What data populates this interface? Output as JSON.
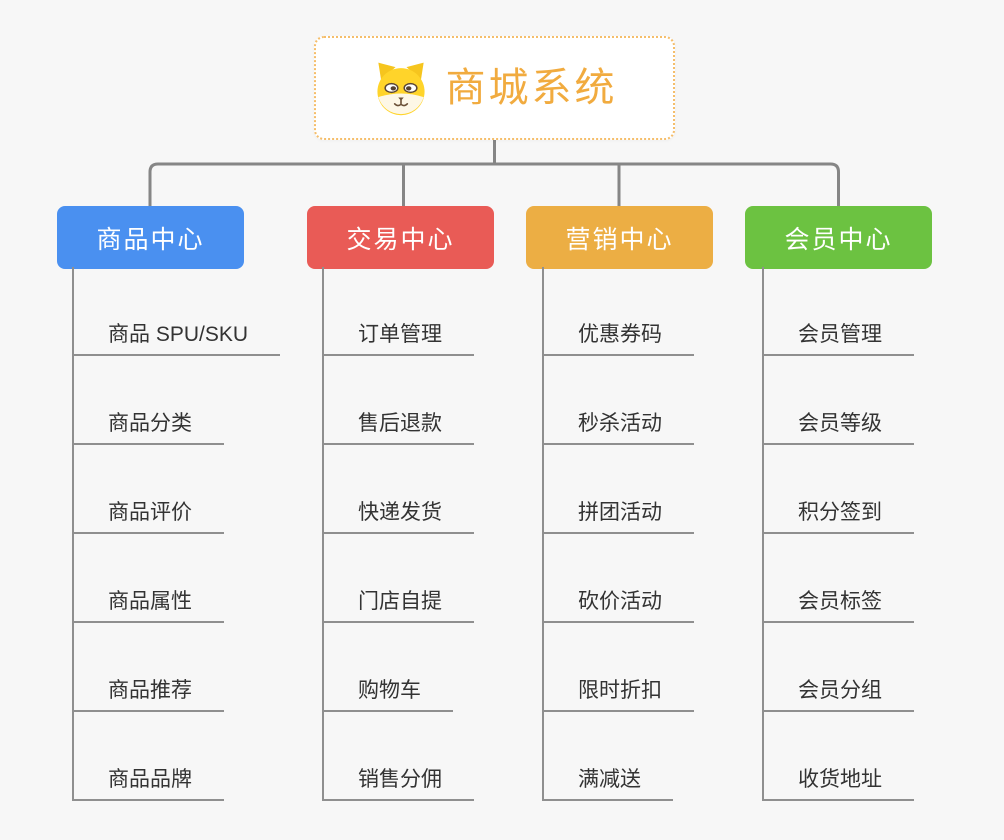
{
  "root": {
    "title": "商城系统",
    "icon": "dog-face-icon",
    "title_color": "#f1ab3f",
    "border_color": "#f5be6b"
  },
  "connector_color": "#868686",
  "branches": [
    {
      "label": "商品中心",
      "color": "#4a90f0",
      "children": [
        "商品 SPU/SKU",
        "商品分类",
        "商品评价",
        "商品属性",
        "商品推荐",
        "商品品牌"
      ]
    },
    {
      "label": "交易中心",
      "color": "#e95b56",
      "children": [
        "订单管理",
        "售后退款",
        "快递发货",
        "门店自提",
        "购物车",
        "销售分佣"
      ]
    },
    {
      "label": "营销中心",
      "color": "#ecae44",
      "children": [
        "优惠券码",
        "秒杀活动",
        "拼团活动",
        "砍价活动",
        "限时折扣",
        "满减送"
      ]
    },
    {
      "label": "会员中心",
      "color": "#6cc241",
      "children": [
        "会员管理",
        "会员等级",
        "积分签到",
        "会员标签",
        "会员分组",
        "收货地址"
      ]
    }
  ]
}
